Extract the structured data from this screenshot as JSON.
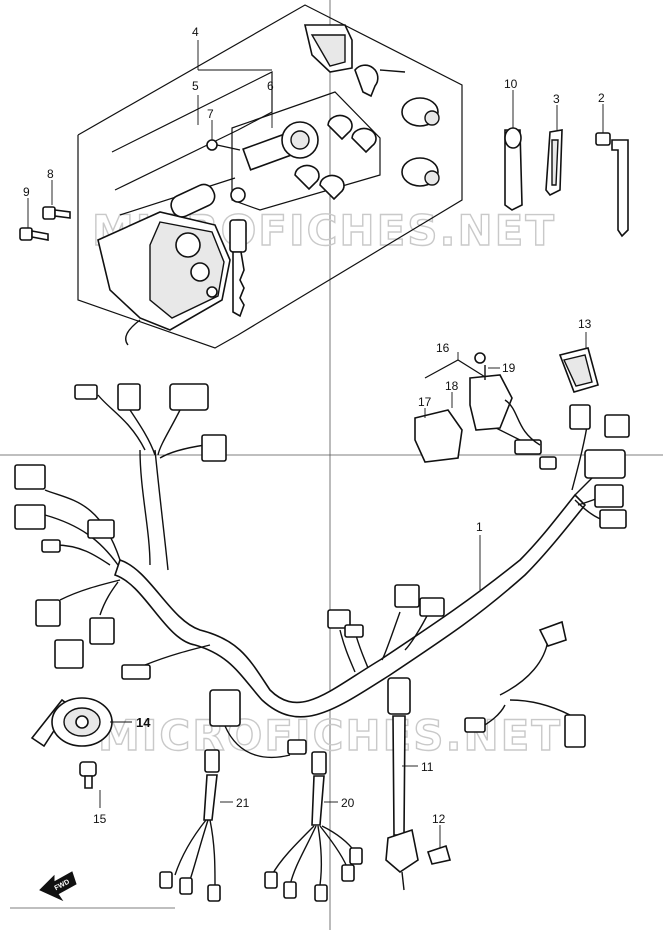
{
  "watermark": {
    "text": "MICROFICHES.NET"
  },
  "direction_badge": {
    "label": "FWD"
  },
  "callouts": [
    {
      "id": "c1",
      "label": "1"
    },
    {
      "id": "c2",
      "label": "2"
    },
    {
      "id": "c3",
      "label": "3"
    },
    {
      "id": "c4",
      "label": "4"
    },
    {
      "id": "c5",
      "label": "5"
    },
    {
      "id": "c6",
      "label": "6"
    },
    {
      "id": "c7",
      "label": "7"
    },
    {
      "id": "c8",
      "label": "8"
    },
    {
      "id": "c9",
      "label": "9"
    },
    {
      "id": "c10",
      "label": "10"
    },
    {
      "id": "c11",
      "label": "11"
    },
    {
      "id": "c12",
      "label": "12"
    },
    {
      "id": "c13",
      "label": "13"
    },
    {
      "id": "c14",
      "label": "14"
    },
    {
      "id": "c15",
      "label": "15"
    },
    {
      "id": "c16",
      "label": "16"
    },
    {
      "id": "c17",
      "label": "17"
    },
    {
      "id": "c18",
      "label": "18"
    },
    {
      "id": "c19",
      "label": "19"
    },
    {
      "id": "c20",
      "label": "20"
    },
    {
      "id": "c21",
      "label": "21"
    }
  ]
}
